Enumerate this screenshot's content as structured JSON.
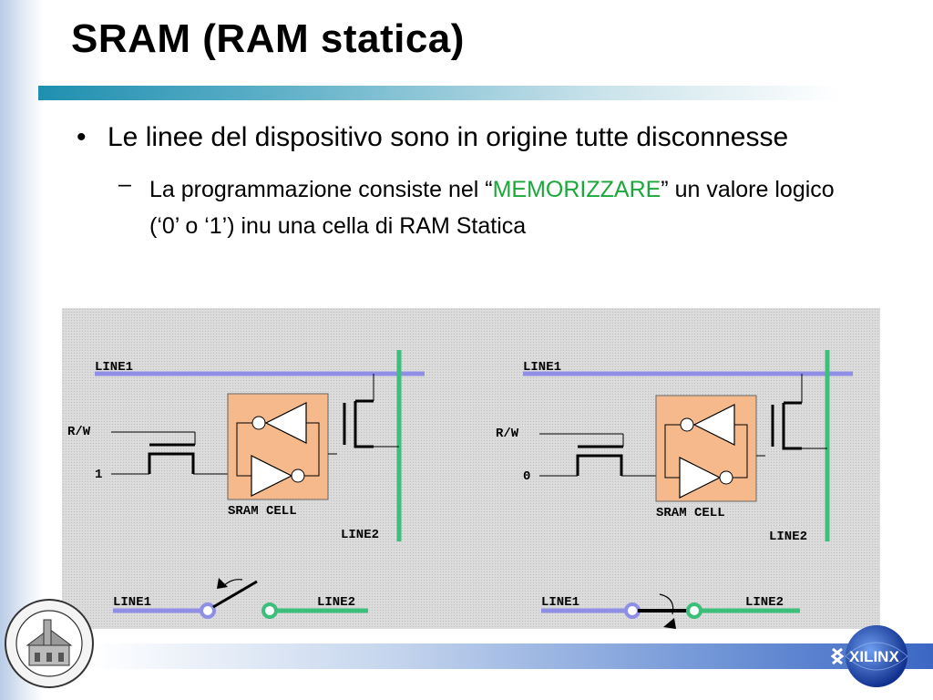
{
  "slide": {
    "title": "SRAM (RAM statica)",
    "bullet_marker": "•",
    "bullet": "Le linee del dispositivo sono in origine tutte disconnesse",
    "sub_marker": "–",
    "sub_before": "La programmazione consiste nel “",
    "sub_highlight": "MEMORIZZARE",
    "sub_after": "” un valore logico (‘0’ o ‘1’) inu una cella di RAM Statica",
    "highlight_color": "#1aa83a"
  },
  "diagram": {
    "left": {
      "line1": "LINE1",
      "rw": "R/W",
      "value": "1",
      "cell": "SRAM CELL",
      "line2": "LINE2",
      "bottom_line1": "LINE1",
      "bottom_line2": "LINE2"
    },
    "right": {
      "line1": "LINE1",
      "rw": "R/W",
      "value": "0",
      "cell": "SRAM CELL",
      "line2": "LINE2",
      "bottom_line1": "LINE1",
      "bottom_line2": "LINE2"
    },
    "colors": {
      "line1": "#8f8fe6",
      "line2": "#3bbf7a",
      "cell": "#f5b98c"
    }
  },
  "logos": {
    "xilinx": "XILINX"
  }
}
